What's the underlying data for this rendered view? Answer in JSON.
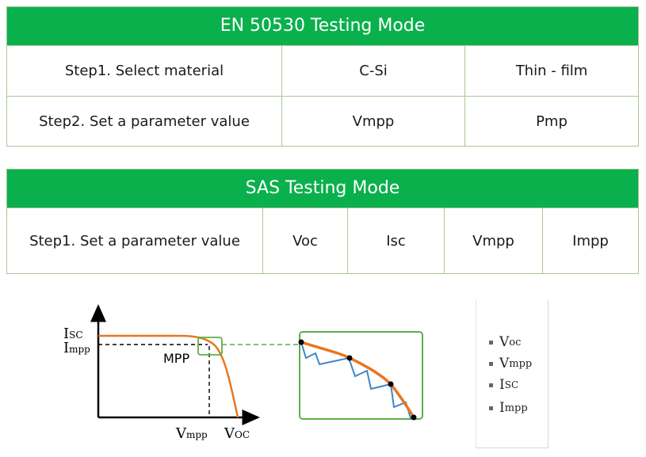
{
  "en_table": {
    "title": "EN 50530 Testing Mode",
    "rows": [
      {
        "step": "Step1. Select material",
        "options": [
          "C-Si",
          "Thin - film"
        ]
      },
      {
        "step": "Step2. Set a parameter value",
        "options": [
          "Vmpp",
          "Pmp"
        ]
      }
    ]
  },
  "sas_table": {
    "title": "SAS Testing Mode",
    "step": "Step1. Set a parameter value",
    "options": [
      "Voc",
      "Isc",
      "Vmpp",
      "Impp"
    ]
  },
  "diagram": {
    "y_labels": {
      "isc_main": "I",
      "isc_sub": "SC",
      "impp_main": "I",
      "impp_sub": "mpp"
    },
    "x_labels": {
      "vmpp_main": "V",
      "vmpp_sub": "mpp",
      "voc_main": "V",
      "voc_sub": "OC"
    },
    "mpp_label": "MPP",
    "colors": {
      "curve": "#e87722",
      "steps": "#3f86c8",
      "box": "#5ab04a",
      "axis": "#000000"
    }
  },
  "legend": {
    "items": [
      {
        "main": "V",
        "sub": "oc"
      },
      {
        "main": "V",
        "sub": "mpp"
      },
      {
        "main": "I",
        "sub": "SC"
      },
      {
        "main": "I",
        "sub": "mpp"
      }
    ]
  }
}
